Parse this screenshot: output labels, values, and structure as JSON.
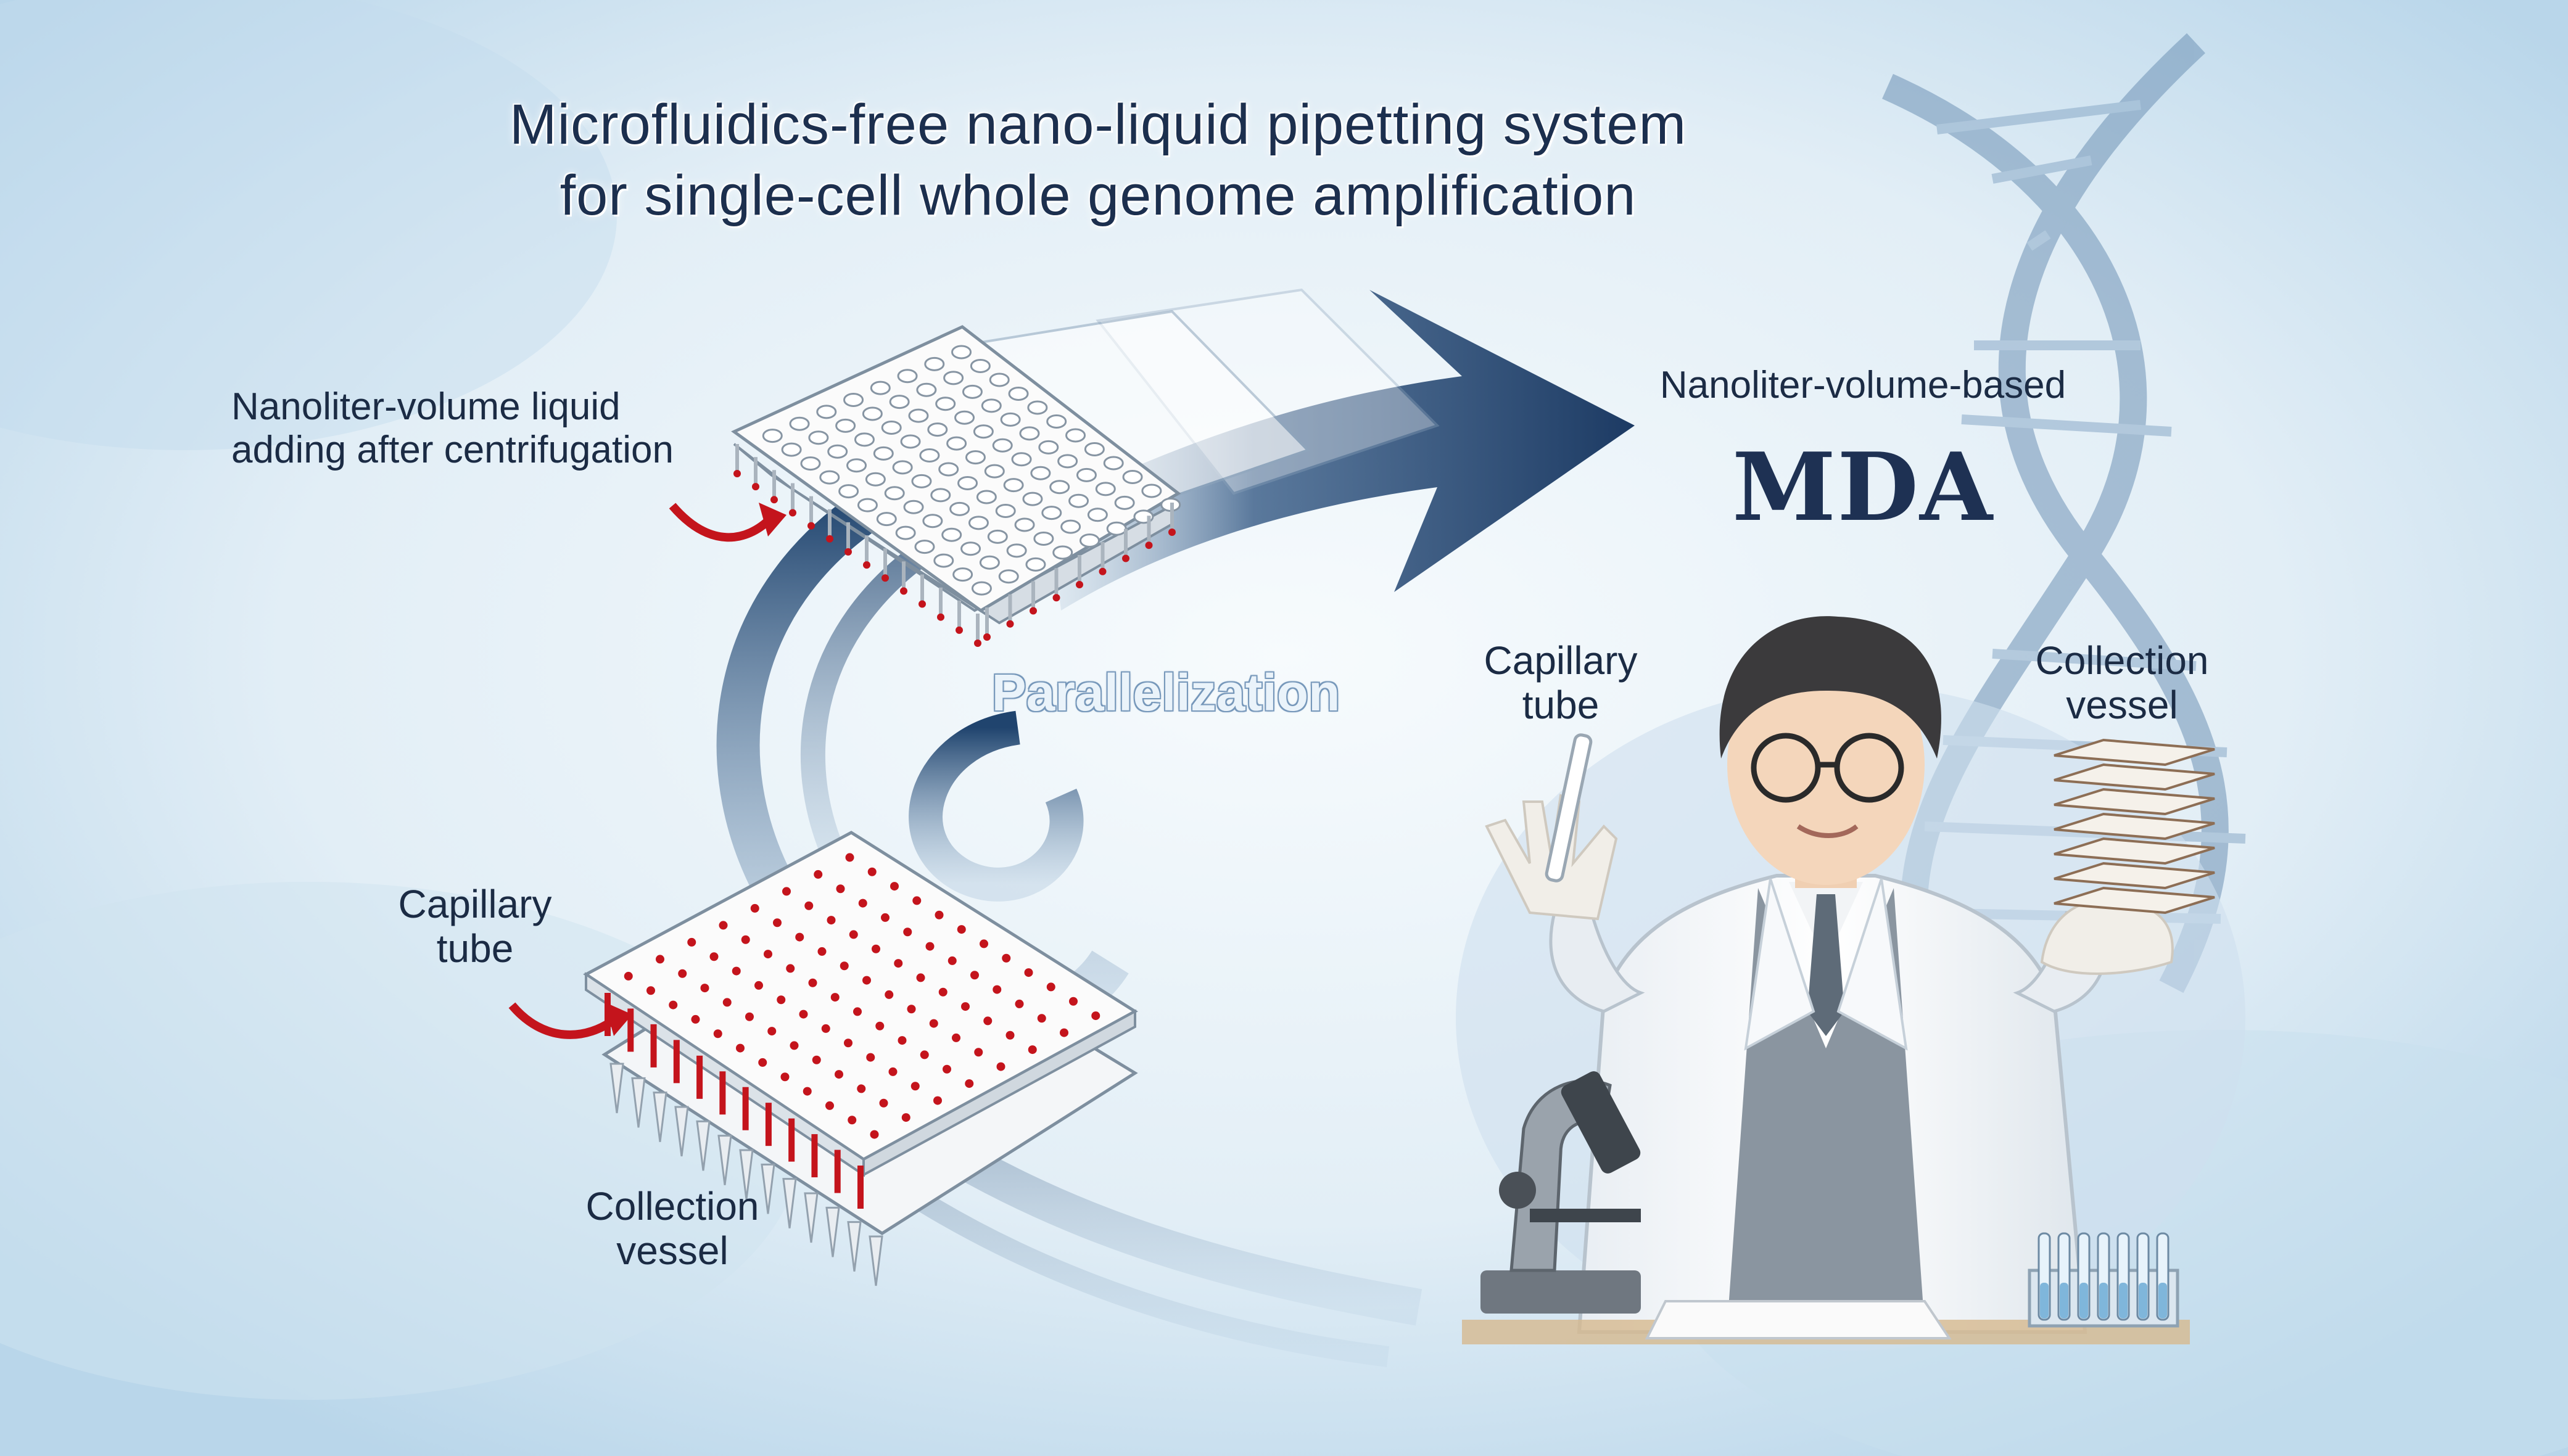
{
  "title": {
    "line1": "Microfluidics-free nano-liquid pipetting system",
    "line2": "for single-cell whole genome amplification"
  },
  "labels": {
    "nanoliter_adding": [
      "Nanoliter-volume liquid",
      "adding after centrifugation"
    ],
    "parallelization": "Parallelization",
    "left_capillary_tube": [
      "Capillary",
      "tube"
    ],
    "left_collection_vessel": [
      "Collection",
      "vessel"
    ],
    "nanoliter_based": "Nanoliter-volume-based",
    "mda": "MDA",
    "right_capillary_tube": [
      "Capillary",
      "tube"
    ],
    "right_collection_vessel": [
      "Collection",
      "vessel"
    ]
  },
  "colors": {
    "background": "#dcecf5",
    "title_text": "#1c2f4e",
    "arrow": "#1f3e66",
    "swirl": "#2e5580",
    "droplet_red": "#c4141c",
    "plate_white": "#fbfbfb"
  }
}
